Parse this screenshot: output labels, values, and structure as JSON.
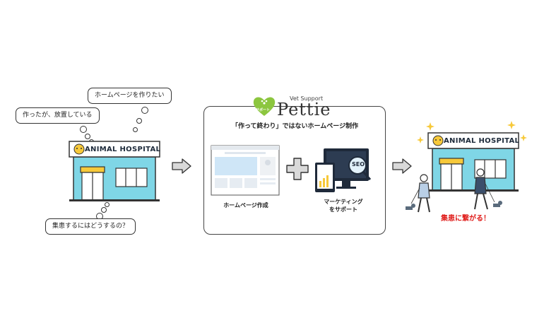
{
  "left": {
    "bubble_make": "ホームページを作りたい",
    "bubble_neglect": "作ったが、放置している",
    "bubble_attract": "集患するにはどうするの？",
    "sign": "ANIMAL HOSPITAL"
  },
  "center": {
    "brand_sub": "Vet Support",
    "brand_name": "Pettie",
    "heart_text": "サポート",
    "headline": "「作って終わり」ではないホームページ制作",
    "caption_web": "ホームページ作成",
    "caption_marketing_1": "マーケティング",
    "caption_marketing_2": "をサポート",
    "seo_label": "SEO"
  },
  "right": {
    "sign": "ANIMAL HOSPITAL",
    "result": "集患に繋がる！"
  },
  "colors": {
    "sky": "#7fd6e6",
    "awning": "#f7c93a",
    "green": "#8cc63f",
    "result_red": "#e0201e",
    "gray_arrow": "#d9d9d9"
  }
}
